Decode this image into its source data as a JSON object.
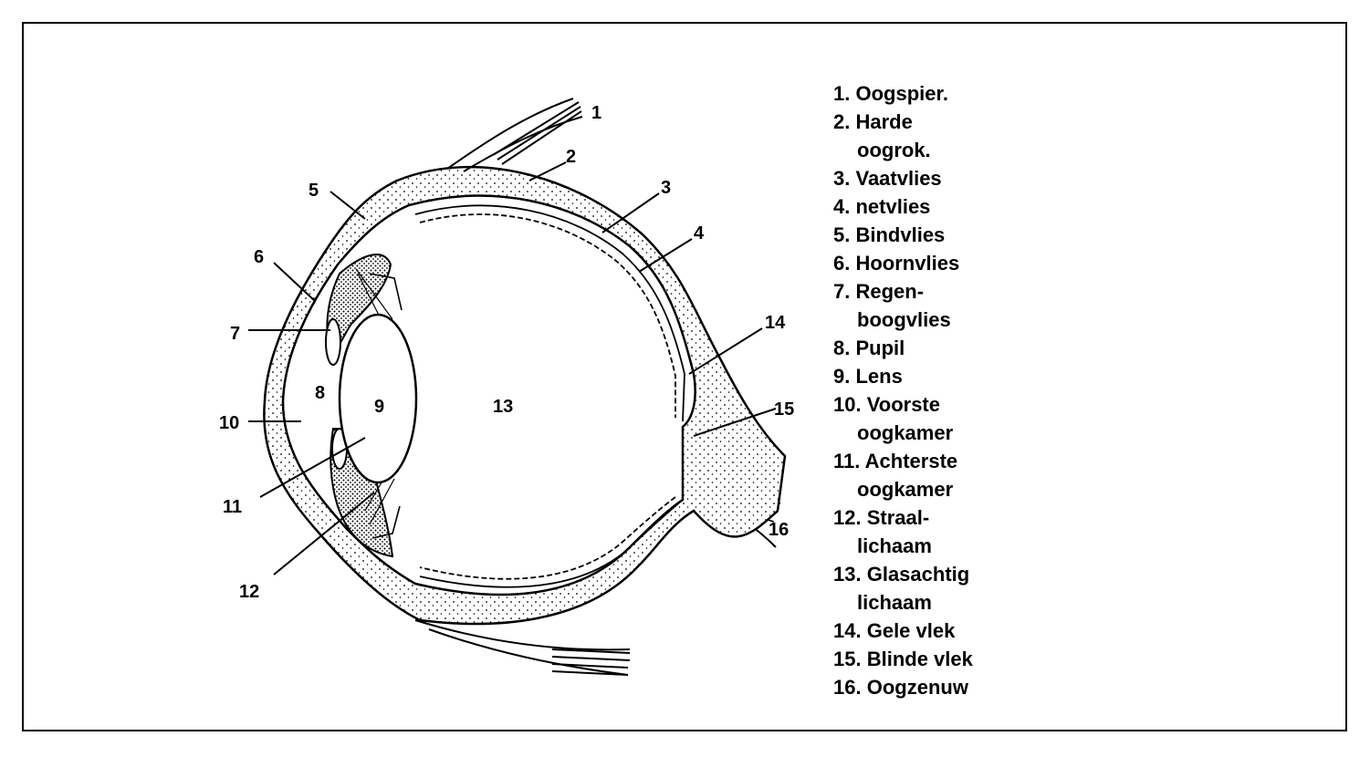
{
  "diagram": {
    "labels": [
      "1",
      "2",
      "3",
      "4",
      "5",
      "6",
      "7",
      "8",
      "9",
      "10",
      "11",
      "12",
      "13",
      "14",
      "15",
      "16"
    ]
  },
  "legend": [
    {
      "num": "1.",
      "text": "Oogspier."
    },
    {
      "num": "2.",
      "text": "Harde",
      "cont": "oogrok."
    },
    {
      "num": "3.",
      "text": "Vaatvlies"
    },
    {
      "num": "4.",
      "text": "netvlies"
    },
    {
      "num": "5.",
      "text": "Bindvlies"
    },
    {
      "num": "6.",
      "text": "Hoornvlies"
    },
    {
      "num": "7.",
      "text": "Regen-",
      "cont": "boogvlies"
    },
    {
      "num": "8.",
      "text": "Pupil"
    },
    {
      "num": "9.",
      "text": "Lens"
    },
    {
      "num": "10.",
      "text": "Voorste",
      "cont": "oogkamer"
    },
    {
      "num": "11.",
      "text": "Achterste",
      "cont": "oogkamer"
    },
    {
      "num": "12.",
      "text": "Straal-",
      "cont": "lichaam"
    },
    {
      "num": "13.",
      "text": "Glasachtig",
      "cont": "lichaam"
    },
    {
      "num": "14.",
      "text": "Gele vlek"
    },
    {
      "num": "15.",
      "text": "Blinde vlek"
    },
    {
      "num": "16.",
      "text": "Oogzenuw"
    }
  ]
}
